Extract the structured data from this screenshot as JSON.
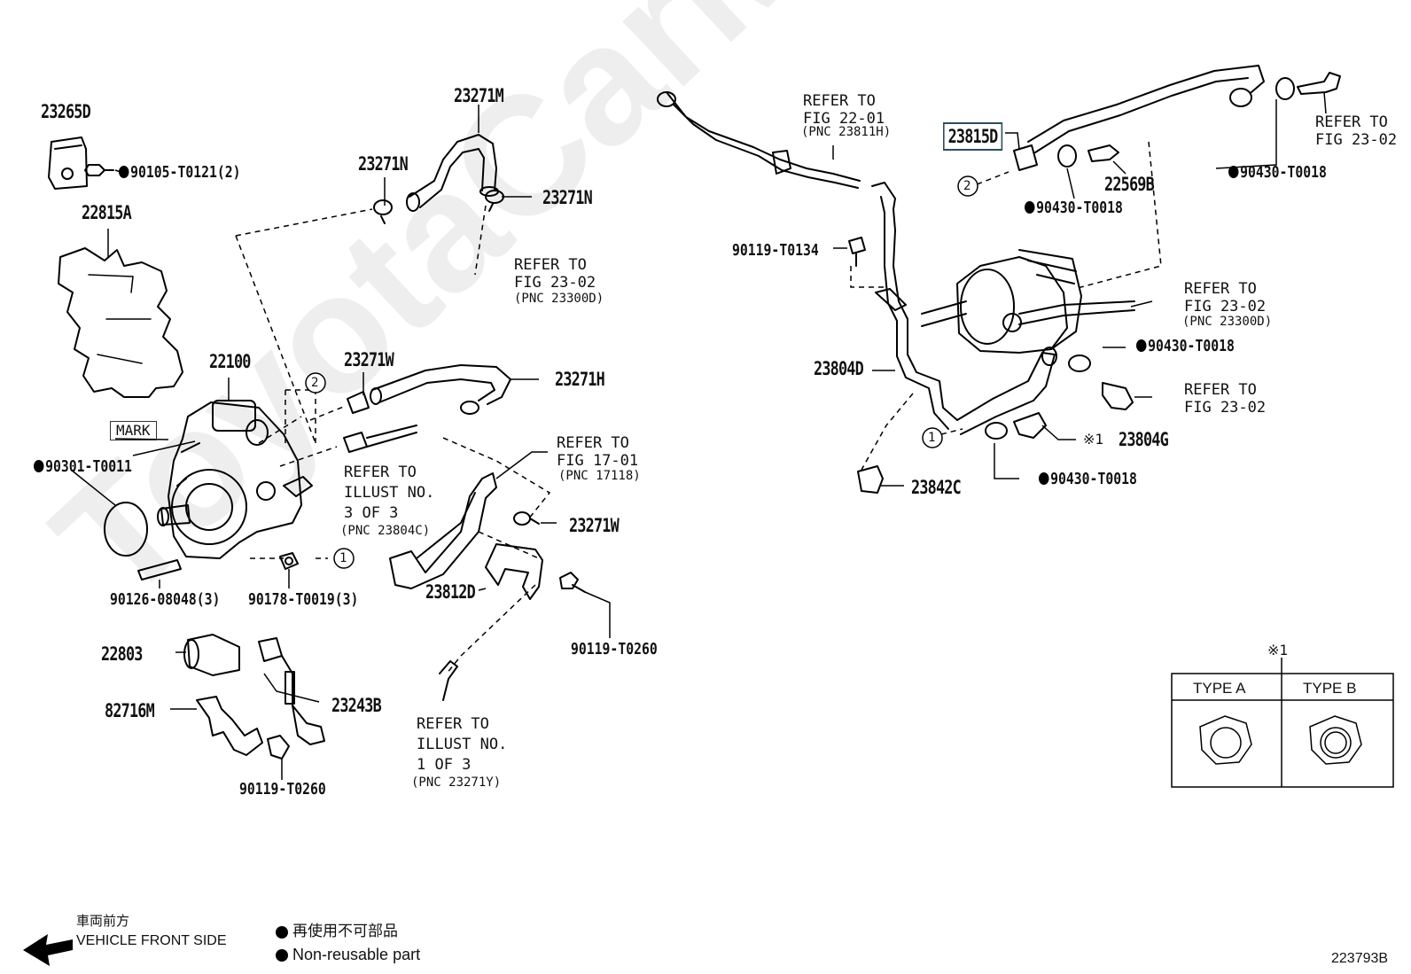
{
  "watermark": "ToyotaCarMax.ru",
  "labels": {
    "p23265D": "23265D",
    "p90105": "90105-T0121(2)",
    "p22815A": "22815A",
    "p23271M": "23271M",
    "p23271N_a": "23271N",
    "p23271N_b": "23271N",
    "ref_23_02_a": "REFER TO\nFIG 23-02",
    "pnc_23300D_a": "(PNC 23300D)",
    "p22100": "22100",
    "mark": "MARK",
    "p90301": "90301-T0011",
    "p23271W_a": "23271W",
    "p23271H": "23271H",
    "ref_illust3": "REFER TO\nILLUST NO.\n3 OF 3",
    "pnc_23804C": "(PNC 23804C)",
    "ref_17_01": "REFER TO\nFIG 17-01",
    "pnc_17118": "(PNC 17118)",
    "p23271W_b": "23271W",
    "p23812D": "23812D",
    "p90126": "90126-08048(3)",
    "p90178": "90178-T0019(3)",
    "p90119_a": "90119-T0260",
    "p22803": "22803",
    "p82716M": "82716M",
    "p23243B": "23243B",
    "p90119_b": "90119-T0260",
    "ref_illust1": "REFER TO\nILLUST NO.\n1 OF 3",
    "pnc_23271Y": "(PNC 23271Y)",
    "ref_22_01": "REFER TO\nFIG 22-01",
    "pnc_23811H": "(PNC 23811H)",
    "p23815D": "23815D",
    "ref_23_02_b": "REFER TO\nFIG 23-02",
    "p90430_a": "90430-T0018",
    "p22569B": "22569B",
    "p90430_b": "90430-T0018",
    "p90119_T0134": "90119-T0134",
    "ref_23_02_c": "REFER TO\nFIG 23-02",
    "pnc_23300D_b": "(PNC 23300D)",
    "p90430_c": "90430-T0018",
    "p23804D": "23804D",
    "ref_23_02_d": "REFER TO\nFIG 23-02",
    "p23804G": "23804G",
    "note_mark": "※1",
    "p90430_d": "90430-T0018",
    "p23842C": "23842C",
    "circ1": "1",
    "circ2": "2"
  },
  "type_table": {
    "note": "※1",
    "type_a": "TYPE A",
    "type_b": "TYPE B"
  },
  "footer": {
    "front_jp": "車両前方",
    "front_en": "VEHICLE FRONT SIDE",
    "nonreuse_jp": "再使用不可部品",
    "nonreuse_en": "Non-reusable part",
    "figure_id": "223793B"
  }
}
